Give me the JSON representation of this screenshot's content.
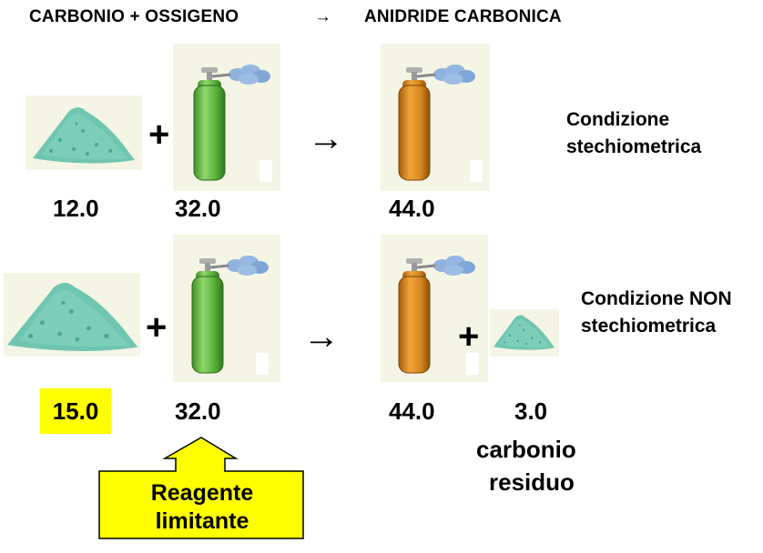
{
  "header": {
    "left": "CARBONIO + OSSIGENO",
    "arrow": "→",
    "right": "ANIDRIDE CARBONICA"
  },
  "symbols": {
    "plus": "+",
    "arrow": "→"
  },
  "row1": {
    "carbon_mass": "12.0",
    "oxygen_mass": "32.0",
    "product_mass": "44.0",
    "condition_line1": "Condizione",
    "condition_line2": "stechiometrica"
  },
  "row2": {
    "carbon_mass": "15.0",
    "oxygen_mass": "32.0",
    "product_mass": "44.0",
    "residue_mass": "3.0",
    "residue_label_line1": "carbonio",
    "residue_label_line2": "residuo",
    "condition_line1": "Condizione NON",
    "condition_line2": "stechiometrica"
  },
  "callout": {
    "line1": "Reagente",
    "line2": "limitante"
  },
  "colors": {
    "carbon": "#6fc6b0",
    "oxygen_cylinder": "#6cc04a",
    "co2_cylinder": "#d98b1f",
    "gas_cloud": "#8fb2dd",
    "highlight": "#ffff00",
    "paper": "#f5f5e6"
  }
}
